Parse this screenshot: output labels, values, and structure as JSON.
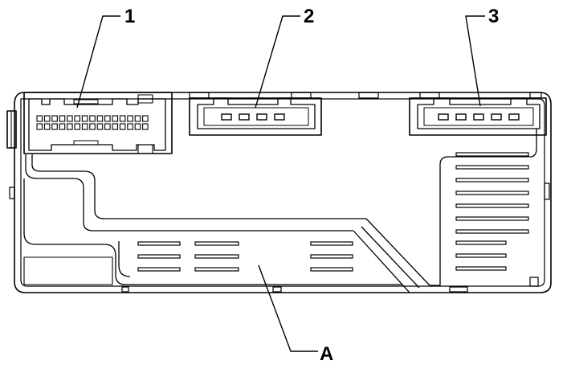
{
  "callouts": {
    "c1": "1",
    "c2": "2",
    "c3": "3",
    "cA": "A"
  },
  "colors": {
    "stroke": "#000000",
    "background": "#ffffff"
  }
}
